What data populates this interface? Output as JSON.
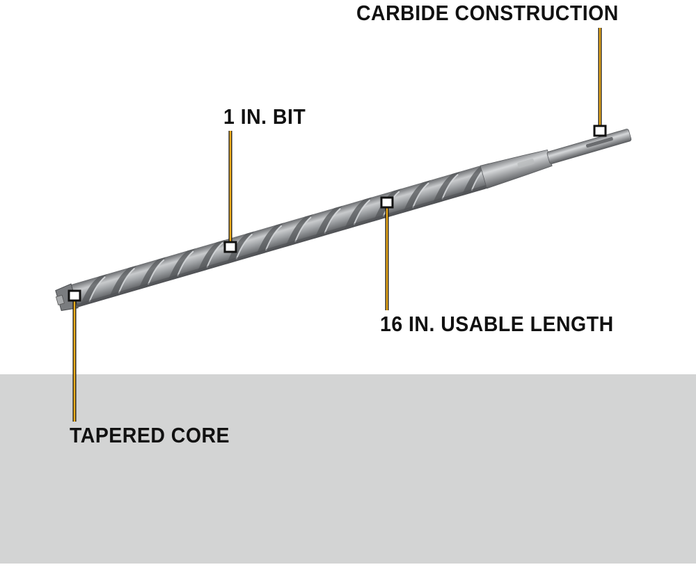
{
  "colors": {
    "background_top": "#ffffff",
    "background_bottom": "#d3d4d4",
    "callout_line": "#f2b01e",
    "callout_outline": "#111111",
    "label_text": "#111111",
    "bit_steel": "#8f9193"
  },
  "callouts": [
    {
      "id": "carbide",
      "label": "CARBIDE CONSTRUCTION"
    },
    {
      "id": "bit",
      "label": "1 IN. BIT"
    },
    {
      "id": "length",
      "label": "16 IN. USABLE LENGTH"
    },
    {
      "id": "core",
      "label": "TAPERED CORE"
    }
  ],
  "product": {
    "name": "drill-bit"
  }
}
